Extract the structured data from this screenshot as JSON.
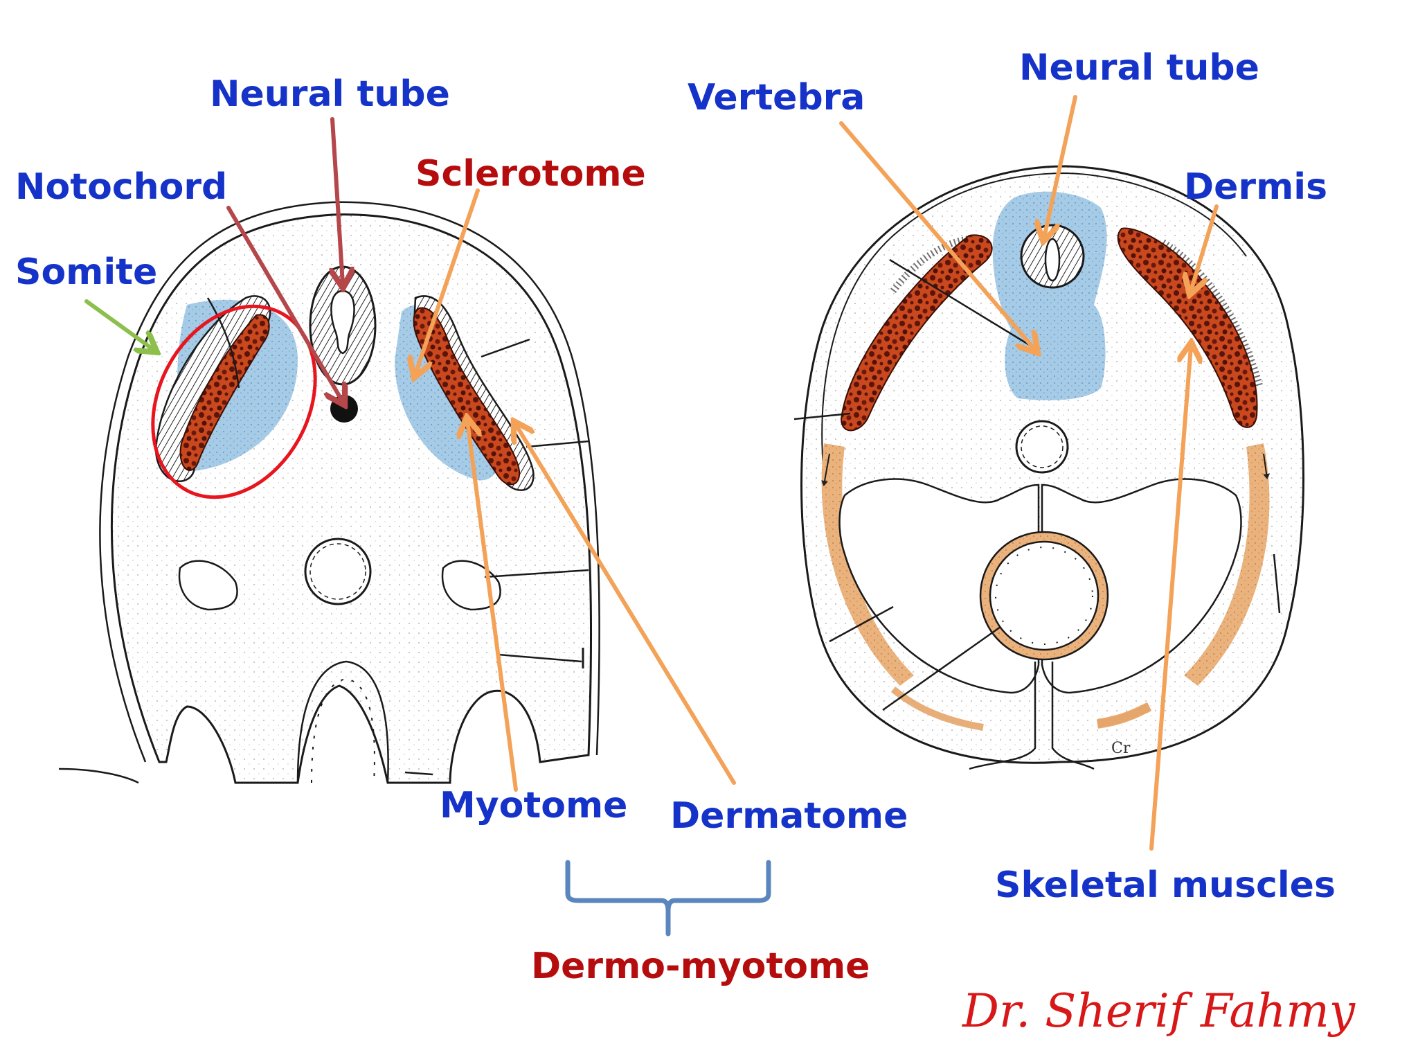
{
  "labels": {
    "neural_tube_left": "Neural tube",
    "notochord": "Notochord",
    "somite": "Somite",
    "sclerotome": "Sclerotome",
    "myotome": "Myotome",
    "dermatome": "Dermatome",
    "dermo_myotome": "Dermo-myotome",
    "vertebra": "Vertebra",
    "neural_tube_right": "Neural tube",
    "dermis": "Dermis",
    "skeletal_muscles": "Skeletal muscles"
  },
  "signature": "Dr. Sherif Fahmy",
  "colors": {
    "label_blue": "#1533c8",
    "label_red": "#b50d0d",
    "arrow_orange": "#f3a258",
    "arrow_darkred": "#b5474a",
    "arrow_green": "#8cbf4b",
    "circle_red": "#e8141e",
    "brace_blue": "#5b86bd",
    "sclerotome_blue": "#a9cfe8",
    "muscle_brown": "#8b2a12",
    "dermis_tan": "#e6a56a"
  }
}
